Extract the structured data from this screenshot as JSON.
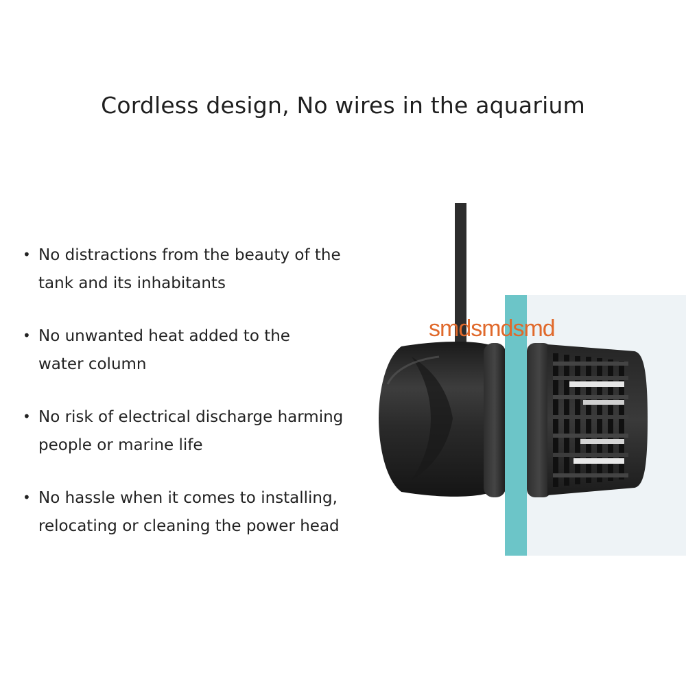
{
  "headline": "Cordless design, No wires in the aquarium",
  "features": [
    {
      "line1": "No distractions from the beauty of the",
      "line2": "tank and its inhabitants"
    },
    {
      "line1": "No unwanted heat added to the",
      "line2": "water column"
    },
    {
      "line1": "No risk of electrical discharge harming",
      "line2": "people or marine life"
    },
    {
      "line1": "No hassle when it comes to installing,",
      "line2": "relocating or cleaning the power head"
    }
  ],
  "watermark": "smdsmdsmd",
  "bullet_char": "•",
  "colors": {
    "glass": "#6cc5c8",
    "water": "#eef3f6",
    "pump_body": "#2b2b2b",
    "watermark": "#e0692b"
  },
  "icons": {
    "pump": "wave-pump-icon",
    "glass": "aquarium-glass-icon"
  }
}
